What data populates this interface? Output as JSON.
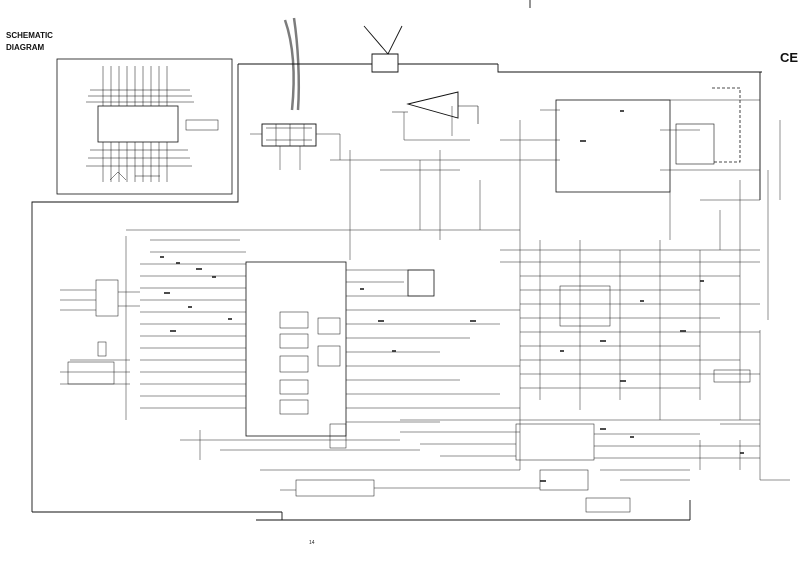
{
  "header": {
    "title_line1": "SCHEMATIC",
    "title_line2": "DIAGRAM",
    "corner_text": "CE"
  },
  "footer": {
    "page_number": "14"
  },
  "colors": {
    "ink": "#111111",
    "paper": "#ffffff"
  }
}
